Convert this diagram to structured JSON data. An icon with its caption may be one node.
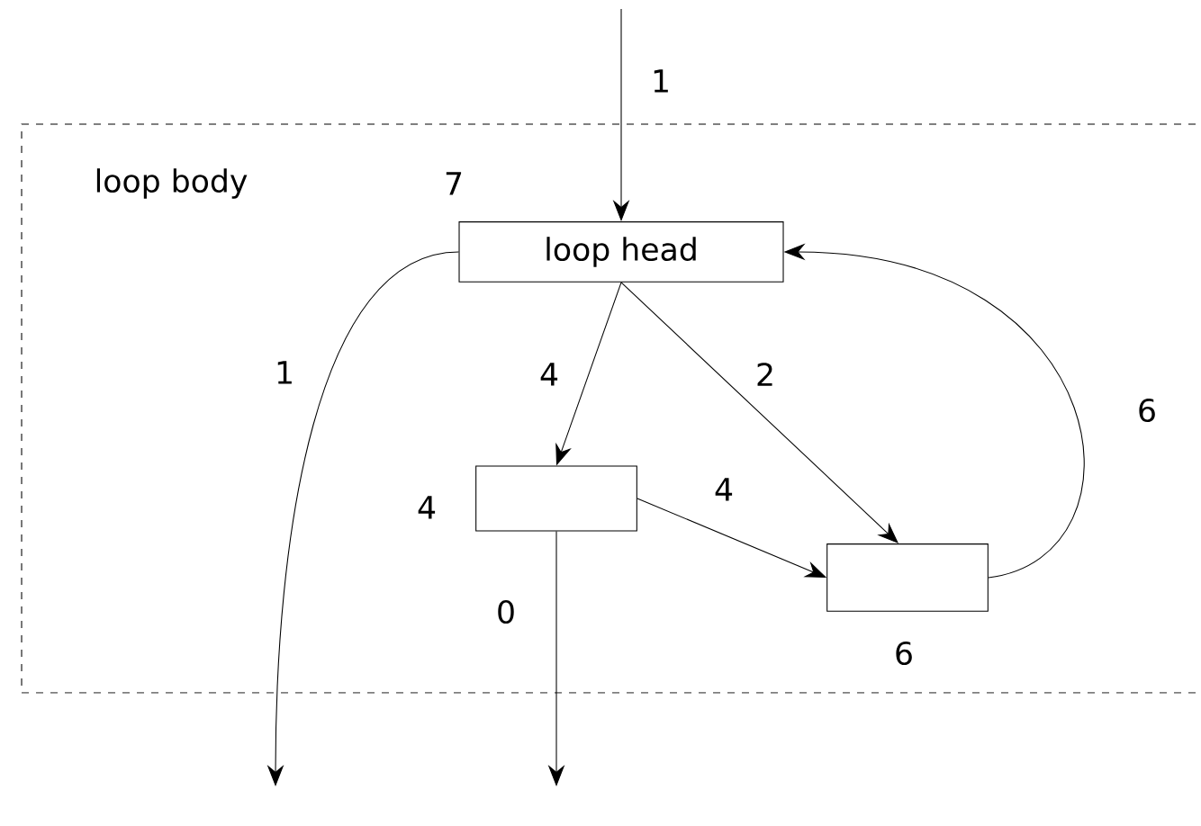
{
  "diagram": {
    "nodes": [
      {
        "text": [
          "loop body"
        ]
      },
      {
        "text": [
          "loop head"
        ],
        "in": 0,
        "beside": [
          "7"
        ]
      },
      {
        "text": [],
        "shape": "box",
        "in": 0,
        "beside": [
          "4"
        ]
      },
      {
        "text": [],
        "shape": "box",
        "in": 0,
        "beside": [
          "6"
        ]
      }
    ],
    "edges": [
      {
        "from": null,
        "to": 1,
        "arrow": "to",
        "label": "1"
      },
      {
        "from": 1,
        "to": null,
        "arrow": "to",
        "label": "1"
      },
      {
        "from": 1,
        "to": 2,
        "arrow": "to",
        "label": "4"
      },
      {
        "from": 1,
        "to": 3,
        "arrow": "to",
        "label": "2"
      },
      {
        "from": 2,
        "to": 3,
        "arrow": "to",
        "label": "4"
      },
      {
        "from": 3,
        "to": 1,
        "arrow": "to",
        "label": "6"
      },
      {
        "from": 2,
        "to": null,
        "arrow": "to",
        "label": "0"
      }
    ]
  }
}
